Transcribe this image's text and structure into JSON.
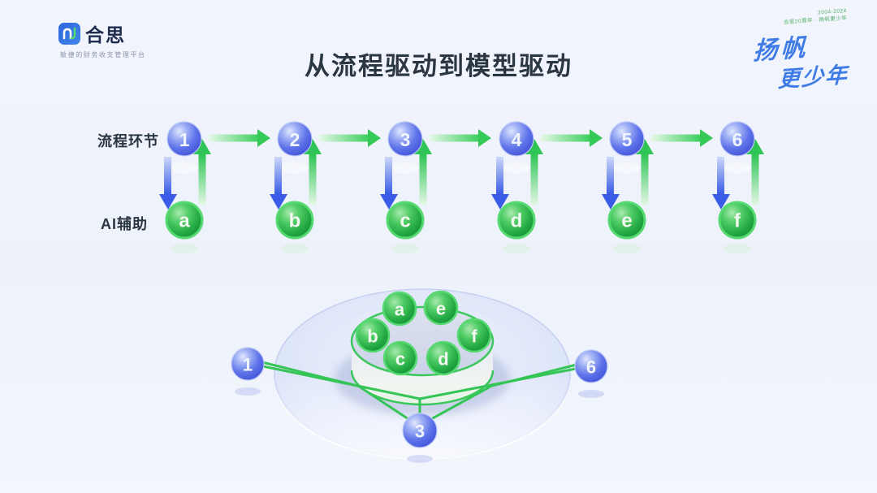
{
  "header": {
    "logo": {
      "brand": "合思",
      "tagline": "敏捷的财务收支管理平台"
    },
    "title": "从流程驱动到模型驱动",
    "anniversary": {
      "caption_line1": "2004-2024",
      "caption_line2": "合思20周年 · 扬帆更少年",
      "art_line1": "扬帆",
      "art_line2": "更少年"
    }
  },
  "flow": {
    "row_top_label": "流程环节",
    "row_bottom_label": "AI辅助",
    "steps": [
      {
        "number": "1",
        "letter": "a"
      },
      {
        "number": "2",
        "letter": "b"
      },
      {
        "number": "3",
        "letter": "c"
      },
      {
        "number": "4",
        "letter": "d"
      },
      {
        "number": "5",
        "letter": "e"
      },
      {
        "number": "6",
        "letter": "f"
      }
    ]
  },
  "platform": {
    "spheres": [
      "a",
      "e",
      "b",
      "f",
      "c",
      "d"
    ],
    "process_nodes": [
      "1",
      "6",
      "3"
    ]
  },
  "colors": {
    "accent_green": "#35c556",
    "accent_blue": "#4358d9",
    "title_text": "#2a3642",
    "calligraphy_blue": "#3f7ce5"
  }
}
